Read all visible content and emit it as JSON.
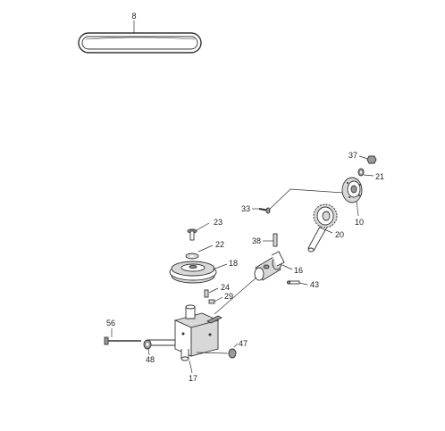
{
  "diagram": {
    "callouts": [
      {
        "id": "8",
        "text": "8"
      },
      {
        "id": "37",
        "text": "37"
      },
      {
        "id": "21",
        "text": "21"
      },
      {
        "id": "10",
        "text": "10"
      },
      {
        "id": "33",
        "text": "33"
      },
      {
        "id": "20",
        "text": "20"
      },
      {
        "id": "23",
        "text": "23"
      },
      {
        "id": "22",
        "text": "22"
      },
      {
        "id": "38",
        "text": "38"
      },
      {
        "id": "18",
        "text": "18"
      },
      {
        "id": "16",
        "text": "16"
      },
      {
        "id": "24",
        "text": "24"
      },
      {
        "id": "29",
        "text": "29"
      },
      {
        "id": "43",
        "text": "43"
      },
      {
        "id": "56",
        "text": "56"
      },
      {
        "id": "47",
        "text": "47"
      },
      {
        "id": "48",
        "text": "48"
      },
      {
        "id": "17",
        "text": "17"
      }
    ]
  }
}
